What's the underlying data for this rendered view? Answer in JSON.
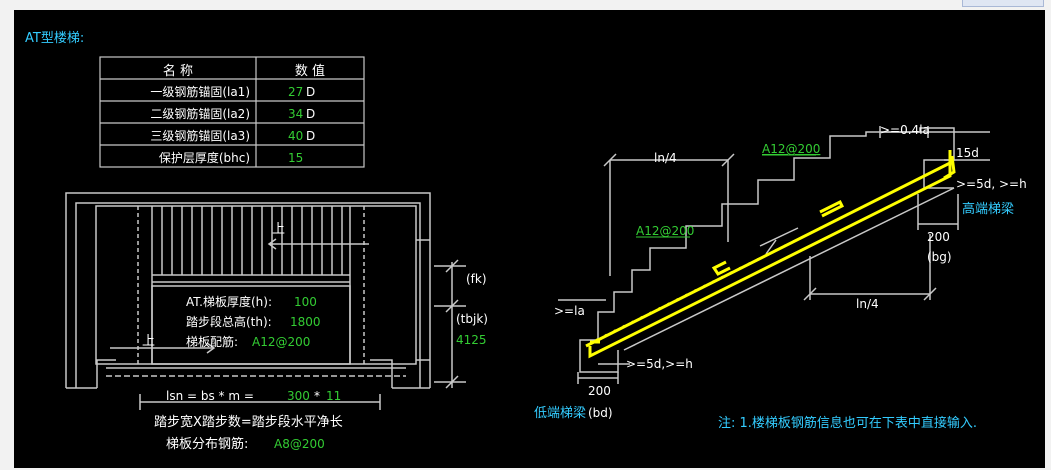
{
  "title": "AT型楼梯:",
  "table": {
    "header_name": "名 称",
    "header_value": "数 值",
    "rows": [
      {
        "name": "一级钢筋锚固(la1)",
        "value": "27",
        "unit": "D"
      },
      {
        "name": "二级钢筋锚固(la2)",
        "value": "34",
        "unit": "D"
      },
      {
        "name": "三级钢筋锚固(la3)",
        "value": "40",
        "unit": "D"
      },
      {
        "name": "保护层厚度(bhc)",
        "value": "15",
        "unit": ""
      }
    ]
  },
  "plan": {
    "up_label_top": "上",
    "up_label_bottom": "上",
    "thickness_label": "AT.梯板厚度(h):",
    "thickness_value": "100",
    "height_label": "踏步段总高(th):",
    "height_value": "1800",
    "rebar_label": "梯板配筋:",
    "rebar_value": "A12@200",
    "fk_label": "(fk)",
    "tbjk_label": "(tbjk)",
    "tbjk_value": "4125",
    "lsn_formula_prefix": "lsn = bs * m =",
    "bs_value": "300",
    "times": "*",
    "m_value": "11",
    "caption": "踏步宽X踏步数=踏步段水平净长",
    "dist_label": "梯板分布钢筋:",
    "dist_value": "A8@200"
  },
  "section": {
    "ln4_top": "ln/4",
    "ln4_bottom": "ln/4",
    "a12_upper": "A12@200",
    "a12_lower": "A12@200",
    "la_top": ">=0.4la",
    "d15": "15d",
    "high_5d": ">=5d, >=h",
    "high_beam": "高端梯梁",
    "dim_200_high": "200",
    "bg_label": "(bg)",
    "la_low": ">=la",
    "low_5d": ">=5d,>=h",
    "dim_200_low": "200",
    "low_beam": "低端梯梁",
    "bd_label": "(bd)"
  },
  "note": "注: 1.楼梯板钢筋信息也可在下表中直接输入.",
  "colors": {
    "background": "#000000",
    "line": "#c8c8c8",
    "label": "#ffffff",
    "value": "#33cc33",
    "title": "#33ccff",
    "rebar": "#ffff00"
  }
}
